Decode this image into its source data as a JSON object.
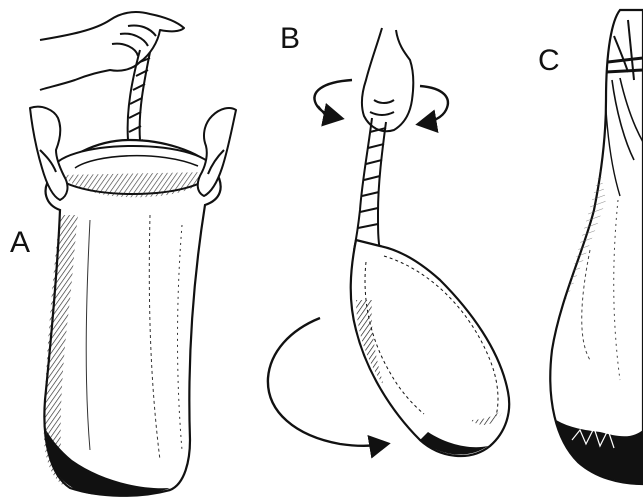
{
  "panels": [
    {
      "label": "A"
    },
    {
      "label": "B"
    },
    {
      "label": "C"
    }
  ],
  "colors": {
    "ink": "#111111",
    "paper": "#ffffff"
  }
}
